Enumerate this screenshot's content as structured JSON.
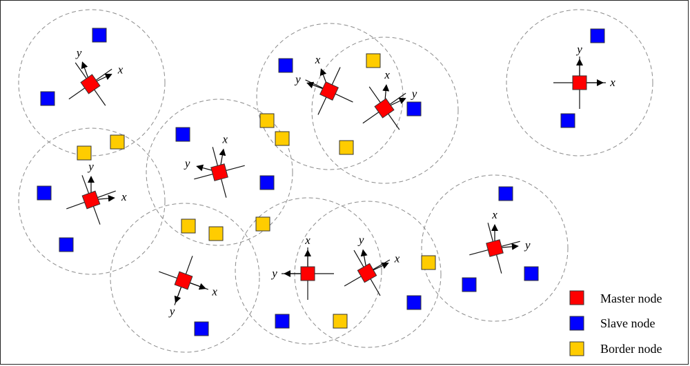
{
  "colors": {
    "master": "#ff0000",
    "slave": "#0000ff",
    "border": "#ffcc00"
  },
  "axis_labels": {
    "x": "x",
    "y": "y"
  },
  "legend": [
    {
      "label": "Master node",
      "color": "#ff0000"
    },
    {
      "label": "Slave node",
      "color": "#0000ff"
    },
    {
      "label": "Border node",
      "color": "#ffcc00"
    }
  ]
}
